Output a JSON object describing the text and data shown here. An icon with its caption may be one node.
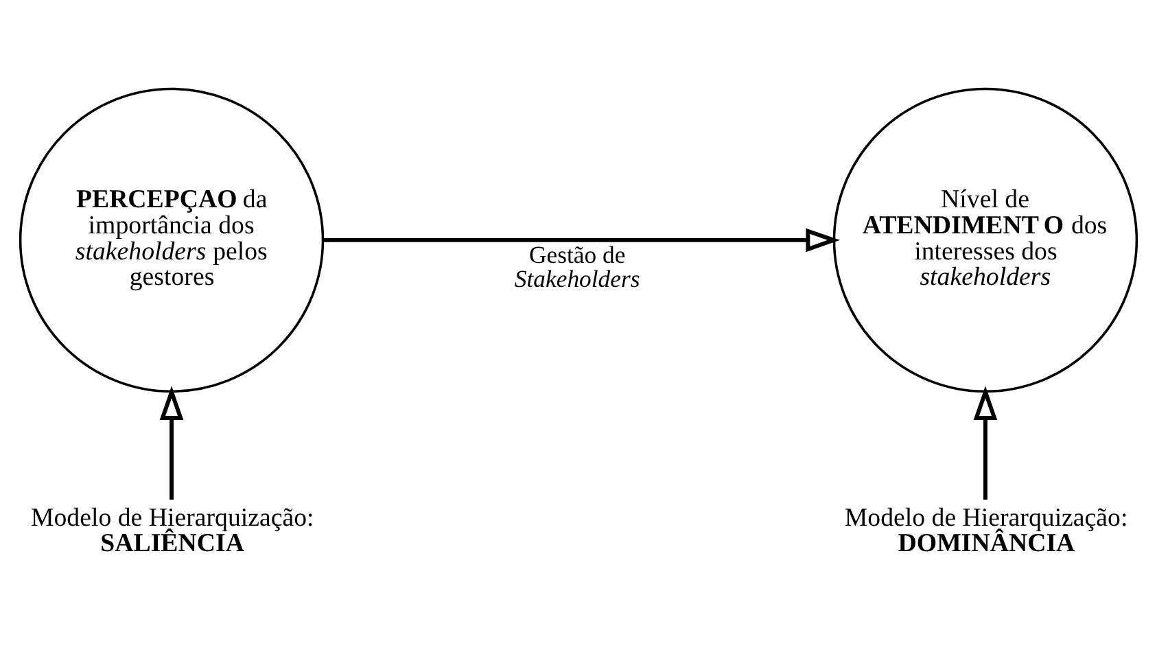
{
  "diagram": {
    "nodes": [
      {
        "text": [
          "**PERCEPÇAO** da importância dos *stakeholders* pelos gestores"
        ]
      },
      {
        "text": [
          "Nível de **ATENDIMENT O** dos interesses dos *stakeholders*"
        ]
      },
      {
        "text": [
          "Modelo de Hierarquização:",
          "**SALIÊNCIA**"
        ]
      },
      {
        "text": [
          "Modelo de Hierarquização:",
          "**DOMINÂNCIA**"
        ]
      }
    ],
    "edges": [
      {
        "from": 0,
        "to": 1,
        "arrow": "to",
        "label": "Gestão de *Stakeholders*"
      },
      {
        "from": 2,
        "to": 0,
        "arrow": "to"
      },
      {
        "from": 3,
        "to": 1,
        "arrow": "to"
      }
    ]
  }
}
